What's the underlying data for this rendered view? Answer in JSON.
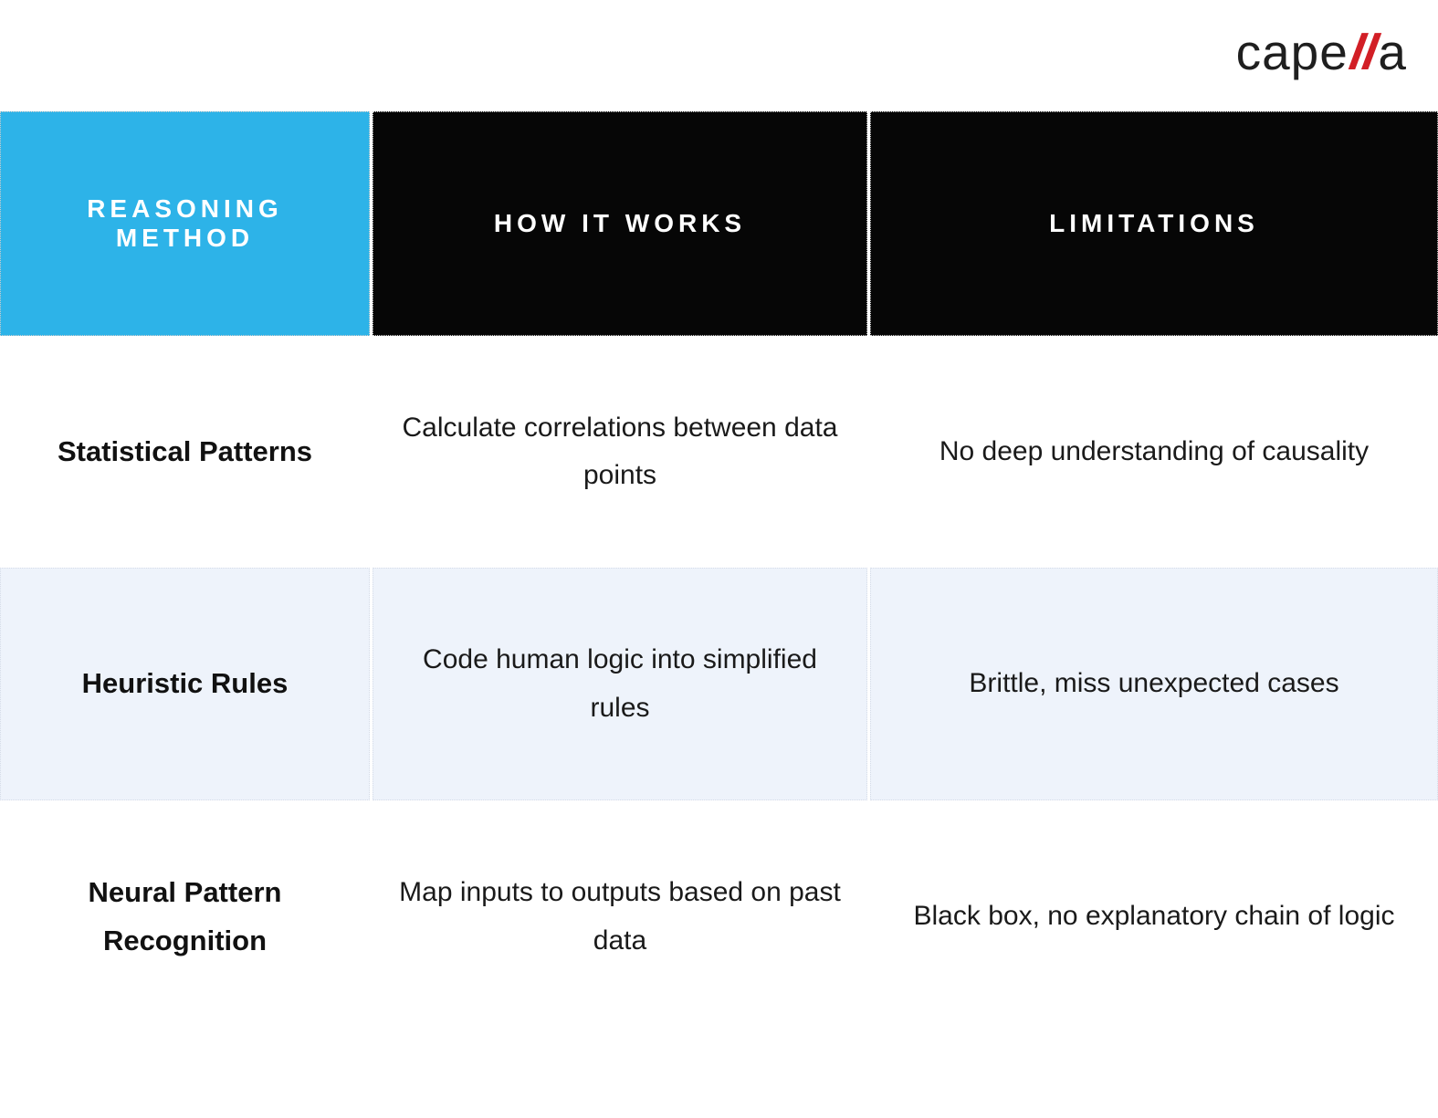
{
  "logo": {
    "prefix": "cape",
    "accent": "ll",
    "suffix": "a",
    "accent_color": "#d21f26",
    "text_color": "#1f1f1f"
  },
  "colors": {
    "header_blue": "#2db3e8",
    "header_black": "#060606",
    "alt_row": "#eef3fb",
    "header_text": "#ffffff",
    "body_text": "#1a1a1a"
  },
  "table": {
    "columns": [
      {
        "label": "REASONING METHOD"
      },
      {
        "label": "HOW IT WORKS"
      },
      {
        "label": "LIMITATIONS"
      }
    ],
    "rows": [
      {
        "method": "Statistical Patterns",
        "how": "Calculate correlations between data points",
        "limitation": "No deep understanding of causality"
      },
      {
        "method": "Heuristic Rules",
        "how": "Code human logic into simplified rules",
        "limitation": "Brittle, miss unexpected cases"
      },
      {
        "method": "Neural Pattern Recognition",
        "how": "Map inputs to outputs based on past data",
        "limitation": "Black box, no explanatory chain of logic"
      }
    ]
  }
}
